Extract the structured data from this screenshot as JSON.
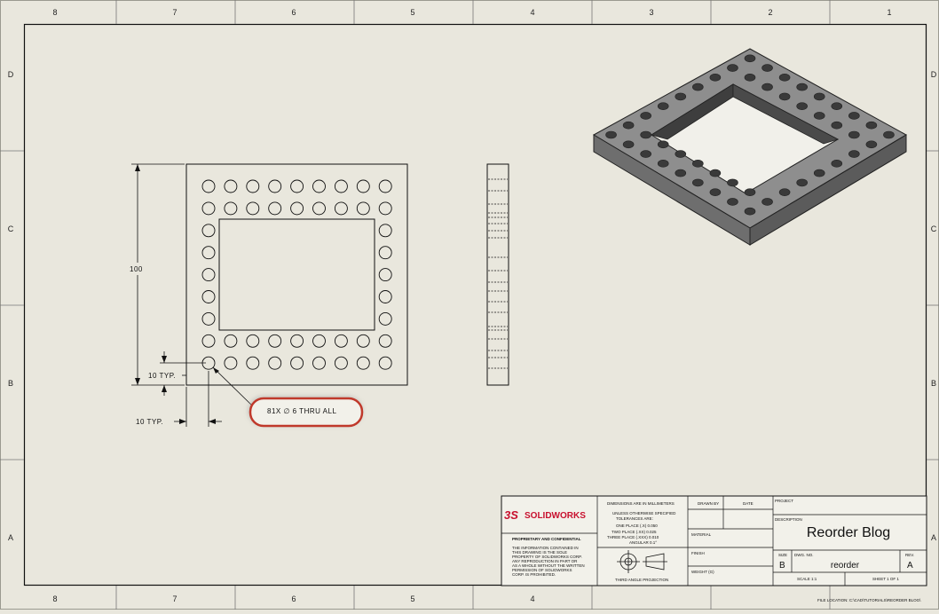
{
  "zone_columns": [
    "8",
    "7",
    "6",
    "5",
    "4",
    "3",
    "2",
    "1"
  ],
  "zone_rows": [
    "D",
    "C",
    "B",
    "A"
  ],
  "dimensions": {
    "height": "100",
    "vert_typ": "10 TYP.",
    "horiz_typ": "10 TYP.",
    "hole_callout": "81X ∅ 6 THRU ALL"
  },
  "title_block": {
    "logo_prefix": "3S",
    "logo_text": "SOLIDWORKS",
    "units_line": "DIMENSIONS ARE IN MILLIMETERS",
    "unless_line1": "UNLESS OTHERWISE SPECIFIED",
    "unless_line2": "TOLERANCES ARE:",
    "tol_one": "ONE PLACE (.X)      0.050",
    "tol_two": "TWO PLACE (.XX)    0.025",
    "tol_three": "THREE PLACE (.XXX) 0.010",
    "tol_angle": "ANGULAR     0.1°",
    "prop_title": "PROPRIETARY AND CONFIDENTIAL",
    "prop_body1": "THE INFORMATION CONTAINED IN",
    "prop_body2": "THIS DRAWING IS THE SOLE",
    "prop_body3": "PROPERTY OF SOLIDWORKS CORP.",
    "prop_body4": "ANY REPRODUCTION IN PART OR",
    "prop_body5": "AS A WHOLE WITHOUT THE WRITTEN",
    "prop_body6": "PERMISSION OF SOLIDWORKS",
    "prop_body7": "CORP. IS PROHIBITED.",
    "projection": "THIRD ANGLE PROJECTION",
    "drawn_by": "DRAWN BY",
    "date": "DATE",
    "material": "MATERIAL",
    "finish": "FINISH",
    "weight": "WEIGHT (G)",
    "project": "PROJECT",
    "description_label": "DESCRIPTION",
    "description": "Reorder Blog",
    "size_label": "SIZE",
    "size": "B",
    "dwg_label": "DWG. NO.",
    "dwg_no": "reorder",
    "rev_label": "REV.",
    "rev": "A",
    "scale": "SCALE 1:1",
    "sheet": "SHEET 1 OF 1",
    "file_location": "FILE LOCATION: C:\\CAD\\TUTORIALS\\REORDER BLOG\\"
  },
  "colors": {
    "background": "#e9e7dd",
    "highlight": "#c0392b",
    "part_top": "#909090",
    "part_side": "#6b6b6b",
    "part_dark": "#3f3f3f"
  }
}
